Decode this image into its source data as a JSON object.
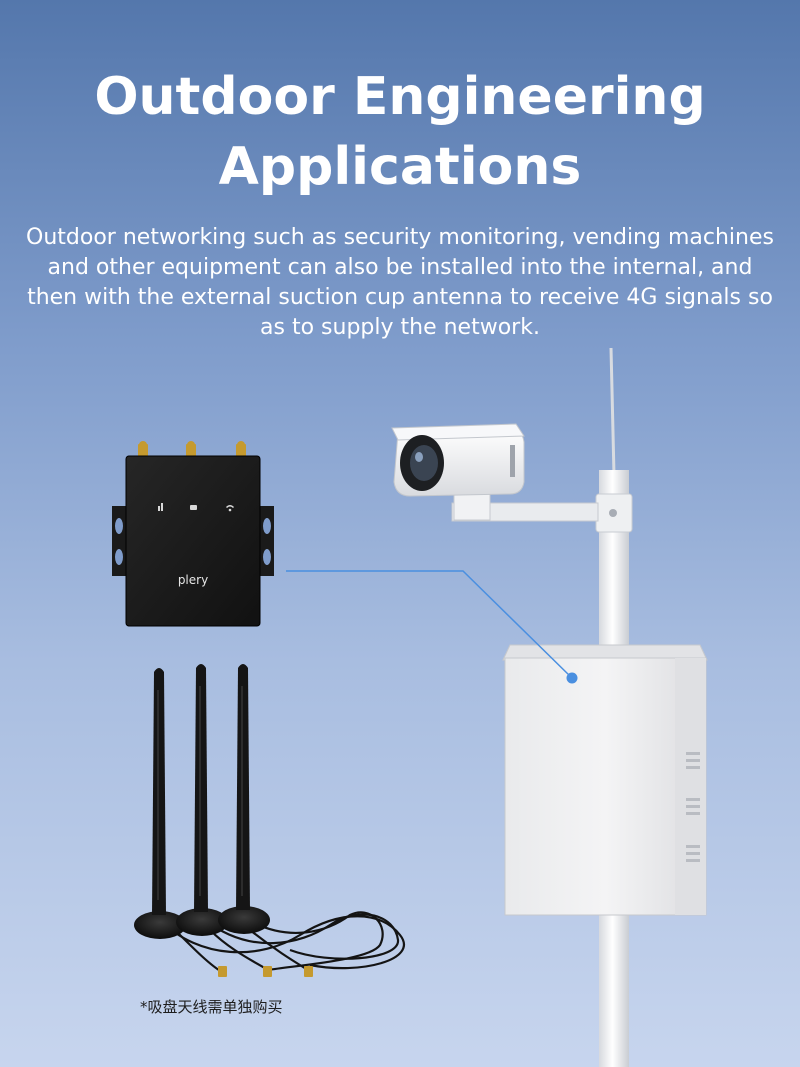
{
  "heading": {
    "line1": "Outdoor Engineering",
    "line2": "Applications"
  },
  "description": "Outdoor networking such as security monitoring, vending machines and other equipment can also be installed into the internal, and then with the external suction cup antenna to receive 4G signals so as to supply the network.",
  "router": {
    "brand": "plery"
  },
  "footnote": "*吸盘天线需单独购买",
  "colors": {
    "background_top": "#5477ac",
    "background_bottom": "#c7d5ee",
    "connector_line": "#4a8fe0",
    "router_body": "#1b1b1b"
  }
}
